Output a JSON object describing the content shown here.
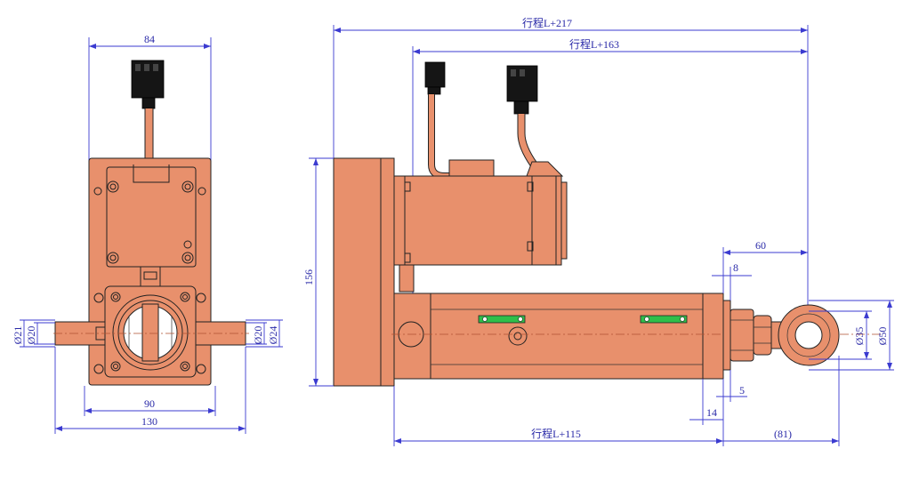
{
  "dimensions": {
    "front_width_top": "84",
    "front_width_90": "90",
    "front_width_130": "130",
    "left_dia_21": "Ø21",
    "left_dia_20": "Ø20",
    "right_dia_20": "Ø20",
    "right_dia_24": "Ø24",
    "side_height": "156",
    "stroke_217": "行程L+217",
    "stroke_163": "行程L+163",
    "stroke_115": "行程L+115",
    "dim_60": "60",
    "dim_8": "8",
    "dim_5": "5",
    "dim_14": "14",
    "dim_81": "(81)",
    "dia_35": "Ø35",
    "dia_50": "Ø50"
  },
  "colors": {
    "body": "#e8906c",
    "dimension": "#3b3bd0",
    "connector": "#151515",
    "indicator": "#2fbf4a"
  }
}
